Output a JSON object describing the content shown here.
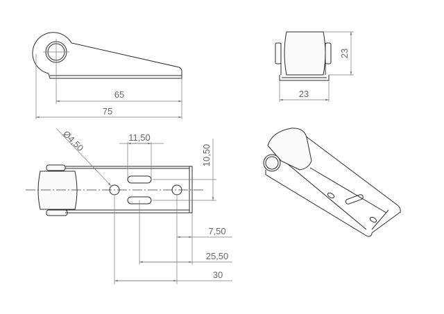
{
  "views": {
    "side": {
      "dim_inner": "65",
      "dim_overall": "75"
    },
    "front": {
      "dim_width": "23",
      "dim_height": "23"
    },
    "bottom": {
      "dim_hole_diameter": "Ø4,50",
      "dim_slot_length": "11,50",
      "dim_slot_spacing": "10,50",
      "dim_hole_edge": "7,50",
      "dim_slot_edge": "25,50",
      "dim_hole_spacing": "30"
    },
    "isometric": {}
  },
  "colors": {
    "line": "#2a2a2a",
    "dimension": "#7a7a7a",
    "text": "#666666"
  }
}
